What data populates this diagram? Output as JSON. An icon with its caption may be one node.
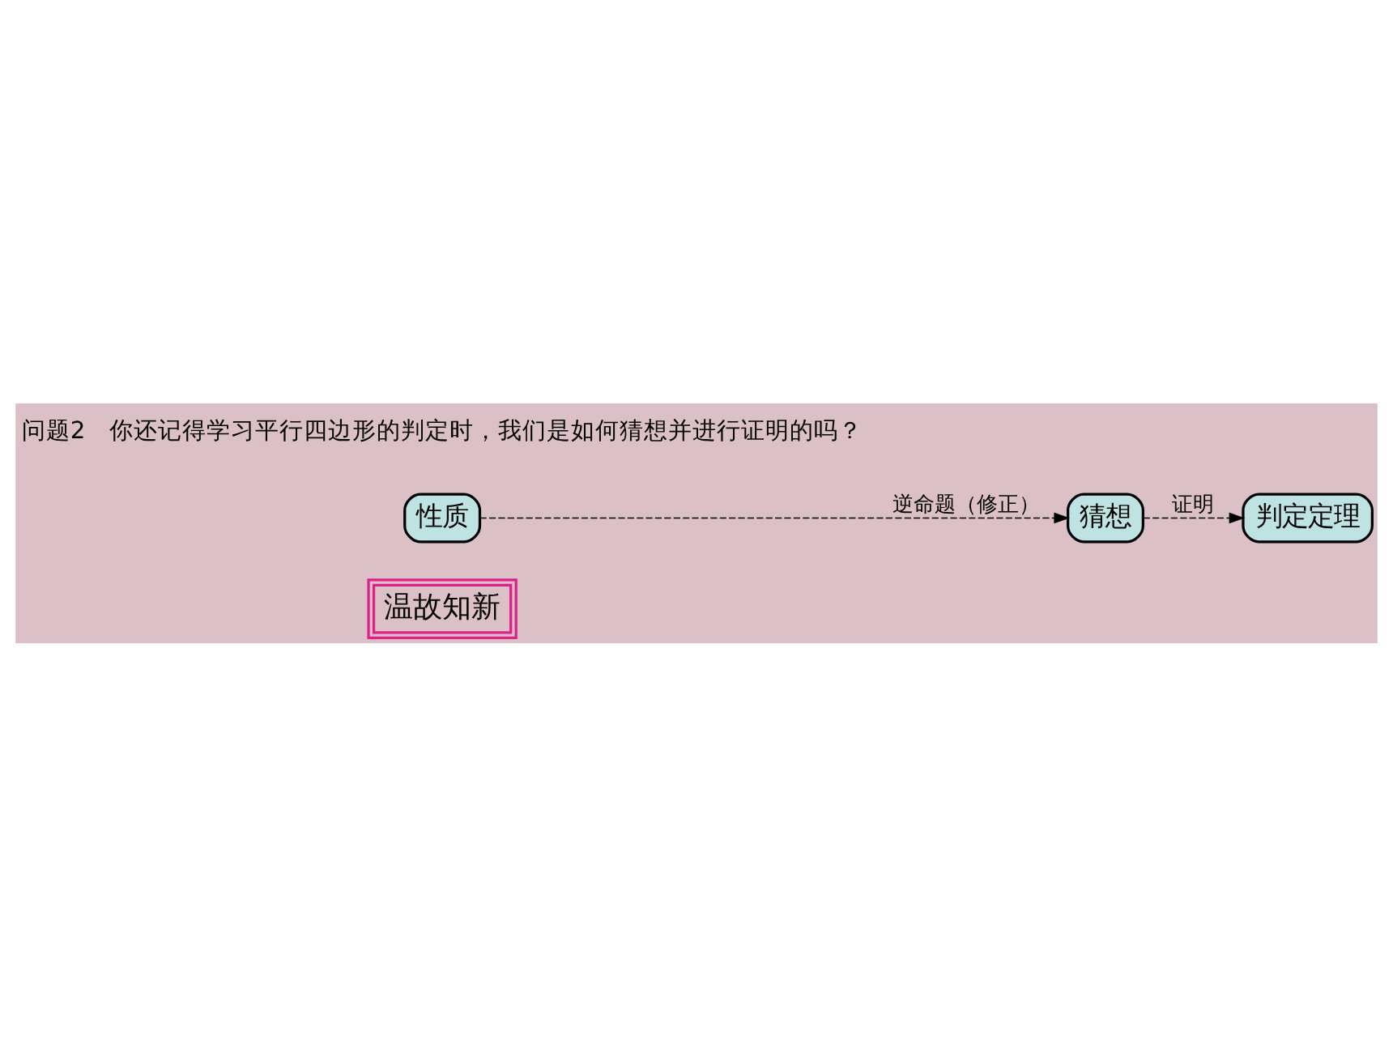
{
  "diagram": {
    "nodes": [
      {
        "text": [
          "温故知新"
        ]
      },
      {
        "text": [
          "性质"
        ]
      },
      {
        "text": [
          "猜想"
        ]
      },
      {
        "text": [
          "判定定理"
        ]
      }
    ],
    "edges": [
      {
        "from": 1,
        "to": 2,
        "arrow": "to",
        "label": "逆命题（修正）",
        "style": "dashed"
      },
      {
        "from": 2,
        "to": 3,
        "arrow": "to",
        "label": "证明",
        "style": "dashed"
      }
    ],
    "labels": [
      "问题2　你还记得学习平行四边形的判定时，我们是如何猜想并进行证明的吗？"
    ]
  }
}
